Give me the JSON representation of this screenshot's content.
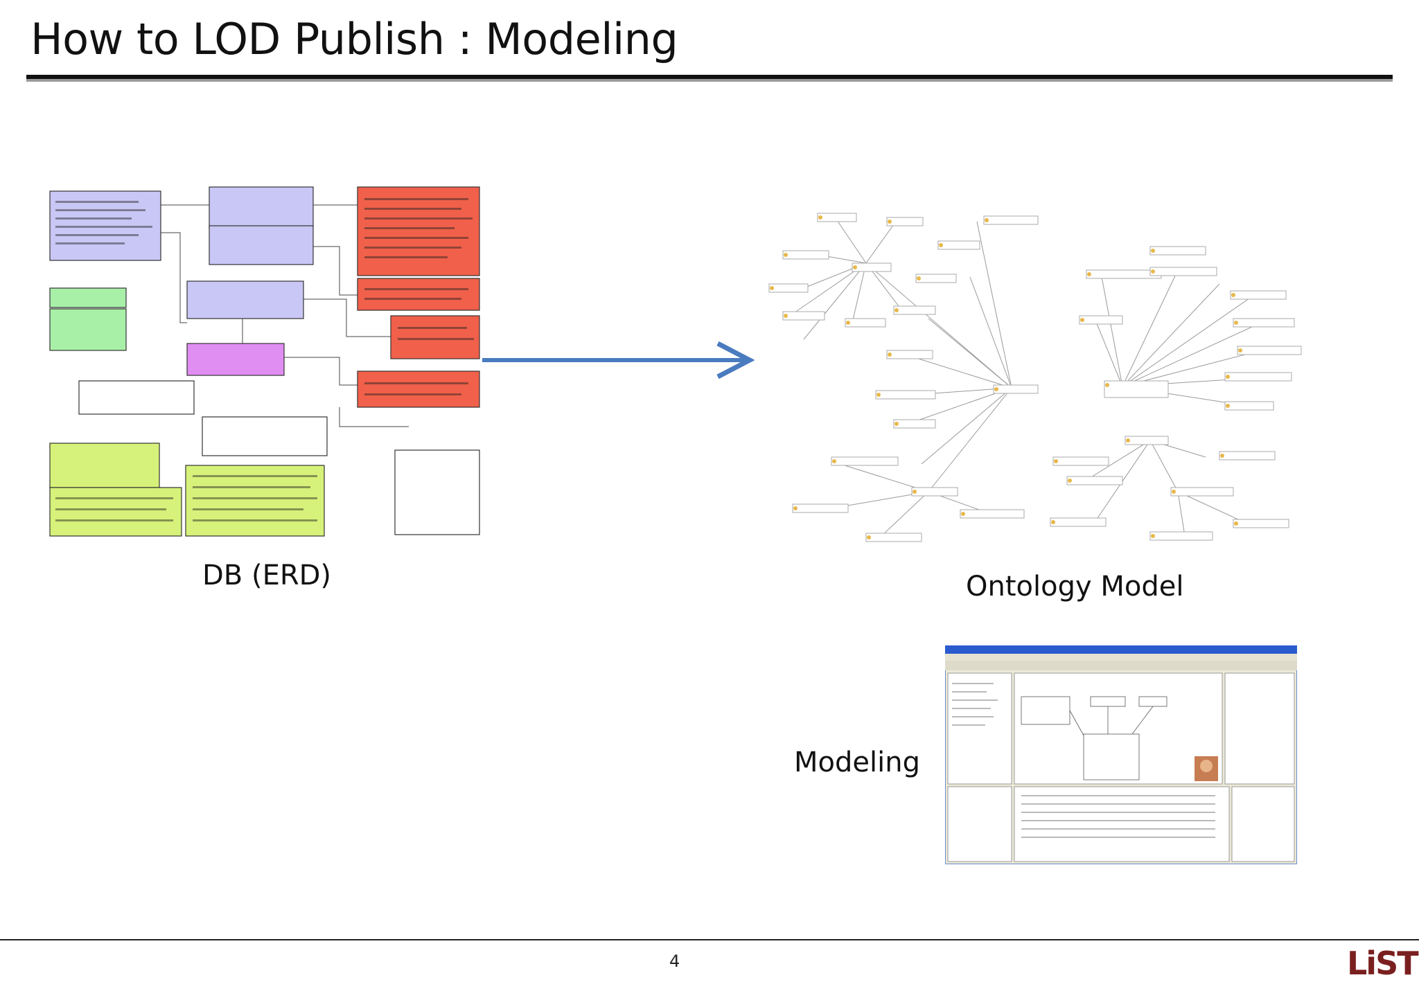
{
  "slide": {
    "title": "How to LOD Publish : Modeling",
    "page_number": "4",
    "logo_text": "LiST"
  },
  "captions": {
    "erd": "DB (ERD)",
    "ontology": "Ontology Model",
    "modeling": "Modeling"
  },
  "colors": {
    "erd_blue": "#c9c7f5",
    "erd_red": "#f0604a",
    "erd_green": "#a8f0a8",
    "erd_purple": "#e08ef2",
    "erd_yellow": "#d6f27a",
    "arrow": "#4a7bbf",
    "node_icon": "#e8b84a"
  }
}
